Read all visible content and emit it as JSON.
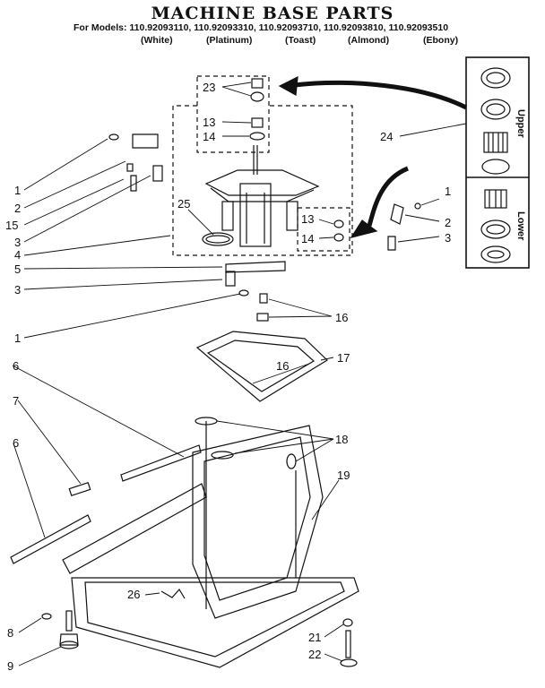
{
  "title": "MACHINE BASE PARTS",
  "models_line": "For Models: 110.92093110, 110.92093310, 110.92093710, 110.92093810, 110.92093510",
  "colors": [
    "(White)",
    "(Platinum)",
    "(Toast)",
    "(Almond)",
    "(Ebony)"
  ],
  "inset_labels": {
    "upper": "Upper",
    "lower": "Lower"
  },
  "callouts": [
    "1",
    "2",
    "15",
    "3",
    "4",
    "5",
    "3",
    "1",
    "25",
    "23",
    "13",
    "14",
    "24",
    "13",
    "14",
    "1",
    "2",
    "3",
    "16",
    "16",
    "17",
    "6",
    "7",
    "6",
    "18",
    "19",
    "26",
    "8",
    "9",
    "21",
    "22"
  ]
}
